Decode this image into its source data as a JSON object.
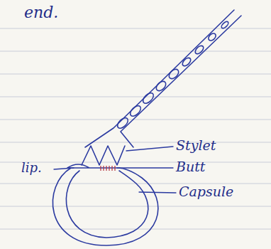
{
  "diagram": {
    "labels": [
      "end.",
      "Stylet",
      "lip.",
      "Butt",
      "Capsule"
    ]
  }
}
